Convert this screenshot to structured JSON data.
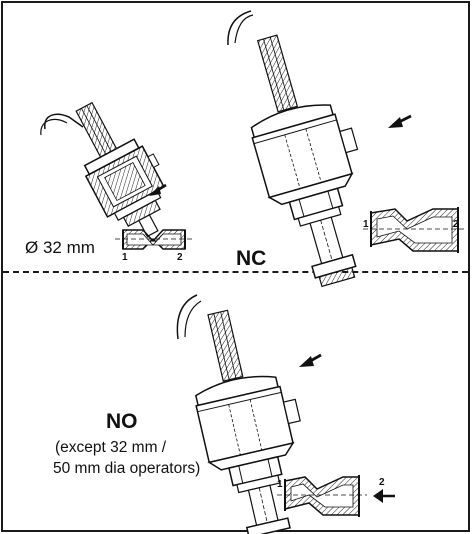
{
  "labels": {
    "nc": "NC",
    "diameter": "Ø 32 mm",
    "no": "NO",
    "exception_line1": "(except 32 mm /",
    "exception_line2": "50 mm dia operators)"
  },
  "ports": {
    "left_valve_1": "1",
    "left_valve_2": "2",
    "right_valve_1": "1",
    "right_valve_2": "2",
    "bottom_valve_1": "1",
    "bottom_valve_2": "2"
  }
}
